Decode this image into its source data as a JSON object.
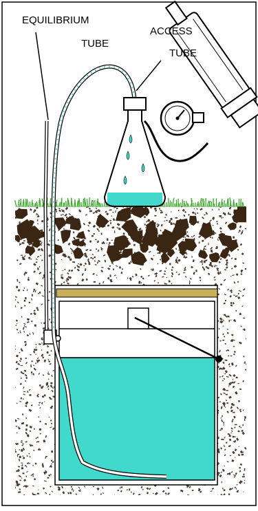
{
  "labels": {
    "equilibrium_line1": "EQUILIBRIUM",
    "equilibrium_line2": "TUBE",
    "access_line1": "ACCESS",
    "access_line2": "TUBE"
  },
  "colors": {
    "water": "#40d9cc",
    "soil_dark": "#3b2613",
    "soil_speckle": "#4a3a2c",
    "grass": "#3aa629",
    "lid_sand": "#c9b15c",
    "outline": "#000000"
  },
  "icons": {
    "flask": "erlenmeyer-flask",
    "gauge": "vacuum-gauge",
    "pump": "hand-vacuum-pump",
    "sampler": "buried-sample-container"
  }
}
